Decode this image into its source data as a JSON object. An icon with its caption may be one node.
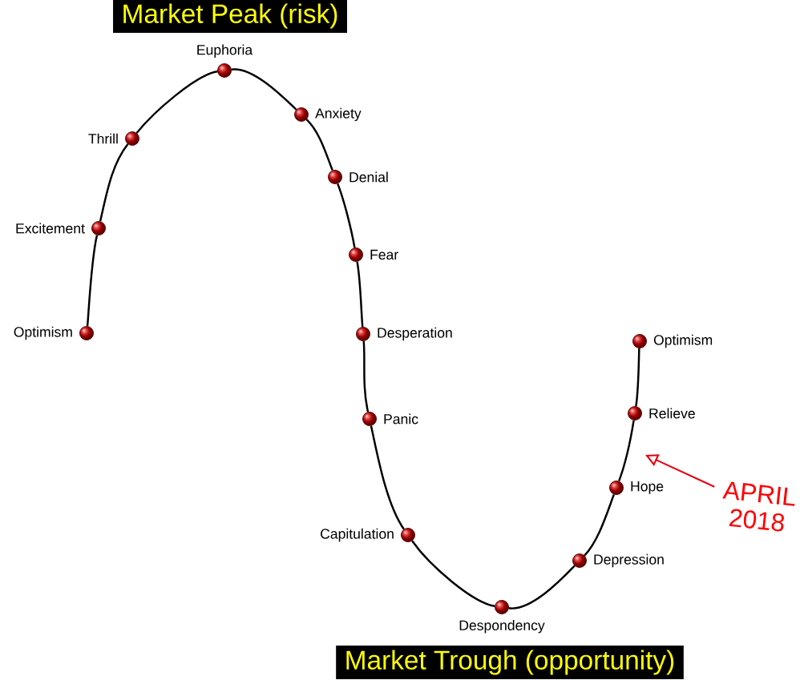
{
  "diagram": {
    "nodes": [
      {
        "text": [
          "Market Peak (risk)"
        ]
      },
      {
        "text": [],
        "shape": "circle",
        "beside": [
          "Optimism"
        ]
      },
      {
        "text": [],
        "shape": "circle",
        "beside": [
          "Excitement"
        ]
      },
      {
        "text": [],
        "shape": "circle",
        "beside": [
          "Thrill"
        ]
      },
      {
        "text": [],
        "shape": "circle",
        "beside": [
          "Euphoria"
        ]
      },
      {
        "text": [],
        "shape": "circle",
        "beside": [
          "Anxiety"
        ]
      },
      {
        "text": [],
        "shape": "circle",
        "beside": [
          "Denial"
        ]
      },
      {
        "text": [],
        "shape": "circle",
        "beside": [
          "Fear"
        ]
      },
      {
        "text": [],
        "shape": "circle",
        "beside": [
          "Desperation"
        ]
      },
      {
        "text": [],
        "shape": "circle",
        "beside": [
          "Panic"
        ]
      },
      {
        "text": [],
        "shape": "circle",
        "beside": [
          "Capitulation"
        ]
      },
      {
        "text": [],
        "shape": "circle",
        "beside": [
          "Despondency"
        ]
      },
      {
        "text": [],
        "shape": "circle",
        "beside": [
          "Depression"
        ]
      },
      {
        "text": [],
        "shape": "circle",
        "beside": [
          "Hope"
        ]
      },
      {
        "text": [],
        "shape": "circle",
        "beside": [
          "Relieve"
        ]
      },
      {
        "text": [],
        "shape": "circle",
        "beside": [
          "Optimism"
        ]
      },
      {
        "text": [
          "APRIL 2018"
        ]
      },
      {
        "text": [
          "Market Trough (opportunity)"
        ]
      }
    ],
    "edges": [
      {
        "from": 1,
        "to": 2,
        "arrow": "none"
      },
      {
        "from": 2,
        "to": 3,
        "arrow": "none"
      },
      {
        "from": 3,
        "to": 4,
        "arrow": "none"
      },
      {
        "from": 4,
        "to": 5,
        "arrow": "none"
      },
      {
        "from": 5,
        "to": 6,
        "arrow": "none"
      },
      {
        "from": 6,
        "to": 7,
        "arrow": "none"
      },
      {
        "from": 7,
        "to": 8,
        "arrow": "none"
      },
      {
        "from": 8,
        "to": 9,
        "arrow": "none"
      },
      {
        "from": 9,
        "to": 10,
        "arrow": "none"
      },
      {
        "from": 10,
        "to": 11,
        "arrow": "none"
      },
      {
        "from": 11,
        "to": 12,
        "arrow": "none"
      },
      {
        "from": 12,
        "to": 13,
        "arrow": "none"
      },
      {
        "from": 13,
        "to": 14,
        "arrow": "none"
      },
      {
        "from": 14,
        "to": 15,
        "arrow": "none"
      },
      {
        "from": 16,
        "to": null,
        "arrow": "to",
        "color": "#e8000d"
      }
    ]
  }
}
